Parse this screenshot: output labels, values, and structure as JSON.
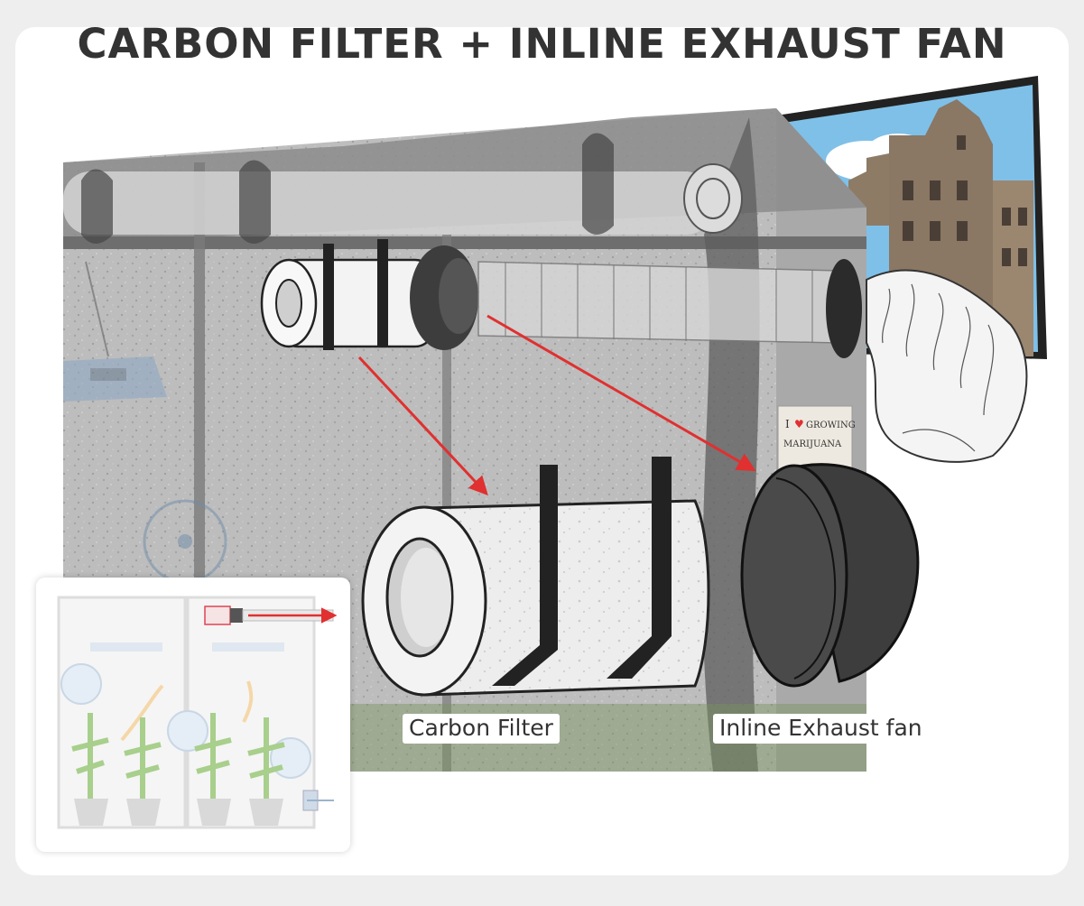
{
  "title": "CARBON FILTER + INLINE EXHAUST FAN",
  "labels": {
    "carbon_filter": "Carbon Filter",
    "inline_fan": "Inline Exhaust fan"
  },
  "sign": {
    "line1": "I",
    "line2": "GROWING",
    "line3": "MARIJUANA"
  },
  "colors": {
    "arrow_red": "#e03030",
    "fan_dark": "#3a3a3a",
    "tent_grey": "#8c8c8c",
    "sky_blue": "#7fc0e8"
  }
}
